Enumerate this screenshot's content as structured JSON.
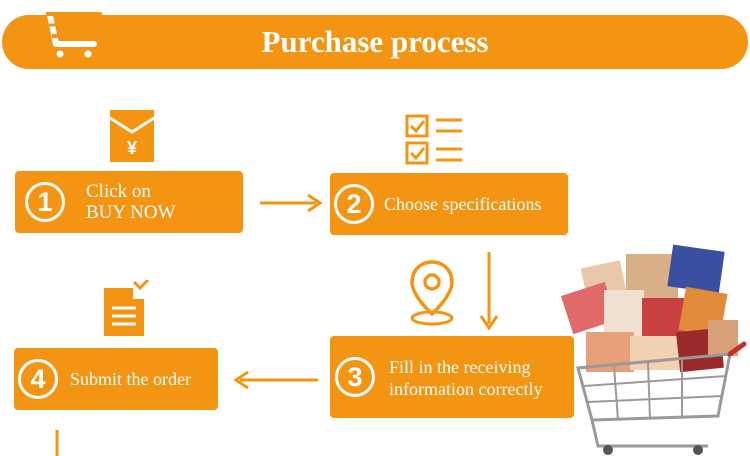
{
  "header": {
    "title": "Purchase process",
    "icon": "shopping-cart-icon"
  },
  "steps": [
    {
      "number": "1",
      "line1": "Click on",
      "line2": "BUY NOW",
      "icon": "yen-envelope-icon"
    },
    {
      "number": "2",
      "line1": "Choose specifications",
      "icon": "checklist-icon"
    },
    {
      "number": "3",
      "line1": "Fill in the receiving",
      "line2": "information correctly",
      "icon": "location-pin-icon"
    },
    {
      "number": "4",
      "line1": "Submit the order",
      "icon": "document-icon"
    }
  ],
  "colors": {
    "accent": "#f39512",
    "text": "#ffffff"
  }
}
